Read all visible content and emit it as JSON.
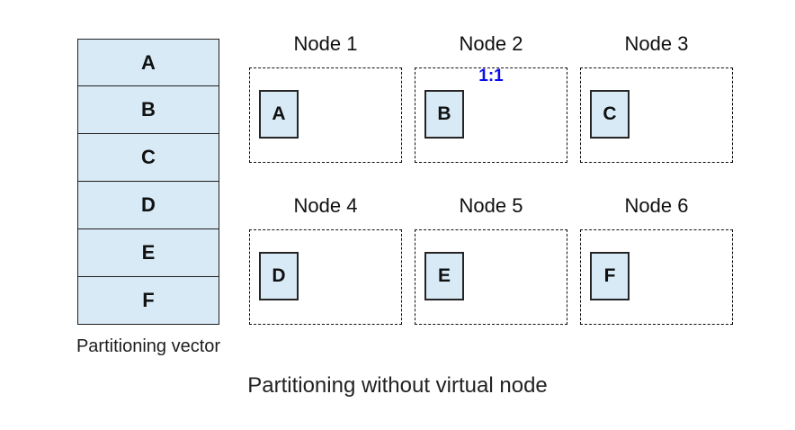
{
  "title": "Partitioning without virtual node",
  "partitioning_vector": {
    "label": "Partitioning vector",
    "cells": [
      "A",
      "B",
      "C",
      "D",
      "E",
      "F"
    ]
  },
  "nodes": [
    {
      "label": "Node 1",
      "partition": "A"
    },
    {
      "label": "Node 2",
      "partition": "B",
      "annotation": "1:1"
    },
    {
      "label": "Node 3",
      "partition": "C"
    },
    {
      "label": "Node 4",
      "partition": "D"
    },
    {
      "label": "Node 5",
      "partition": "E"
    },
    {
      "label": "Node 6",
      "partition": "F"
    }
  ],
  "colors": {
    "partition_fill": "#d9eaf7",
    "partition_border": "#1f1f1f",
    "node_border": "#111111",
    "annotation": "#0b0bee",
    "text": "#151515"
  }
}
